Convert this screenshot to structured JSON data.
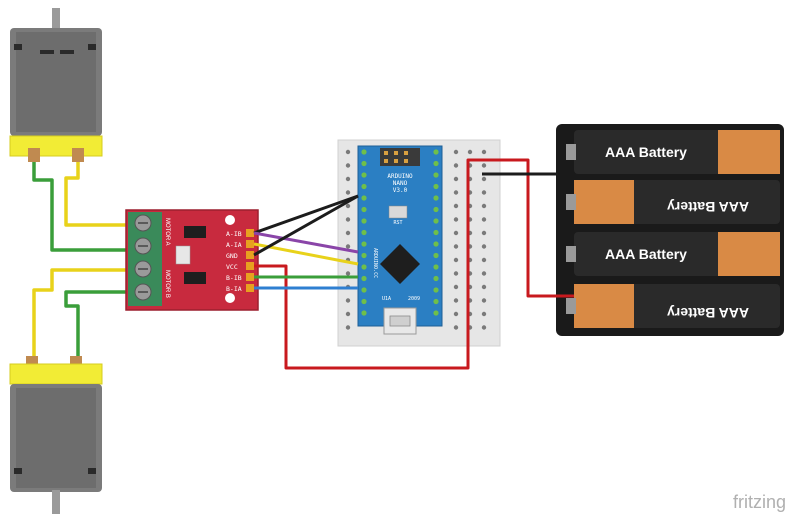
{
  "batteries": [
    {
      "label": "AAA Battery"
    },
    {
      "label": "AAA Battery"
    },
    {
      "label": "AAA Battery"
    },
    {
      "label": "AAA Battery"
    }
  ],
  "driver": {
    "pins": [
      "A-IB",
      "A-IA",
      "GND",
      "VCC",
      "B-IB",
      "B-IA"
    ],
    "motor_a_label": "MOTOR A",
    "motor_b_label": "MOTOR B"
  },
  "nano": {
    "line1": "ARDUINO",
    "line2": "NANO",
    "line3": "V3.0",
    "rst": "RST",
    "brand": "ARDUINO.CC",
    "u1a": "U1A",
    "year": "2009"
  },
  "watermark": "fritzing",
  "colors": {
    "red_wire": "#c8191e",
    "black_wire": "#1c1c1c",
    "yellow_wire": "#e8d21a",
    "green_wire": "#3a9e3a",
    "purple_wire": "#8a45a8",
    "blue_wire": "#2f7fd1",
    "motor_yellow": "#f2ec35",
    "driver_red": "#c82a3e",
    "nano_blue": "#2b7fc3",
    "breadboard": "#e6e6e6",
    "battery_orange": "#d98a45"
  }
}
